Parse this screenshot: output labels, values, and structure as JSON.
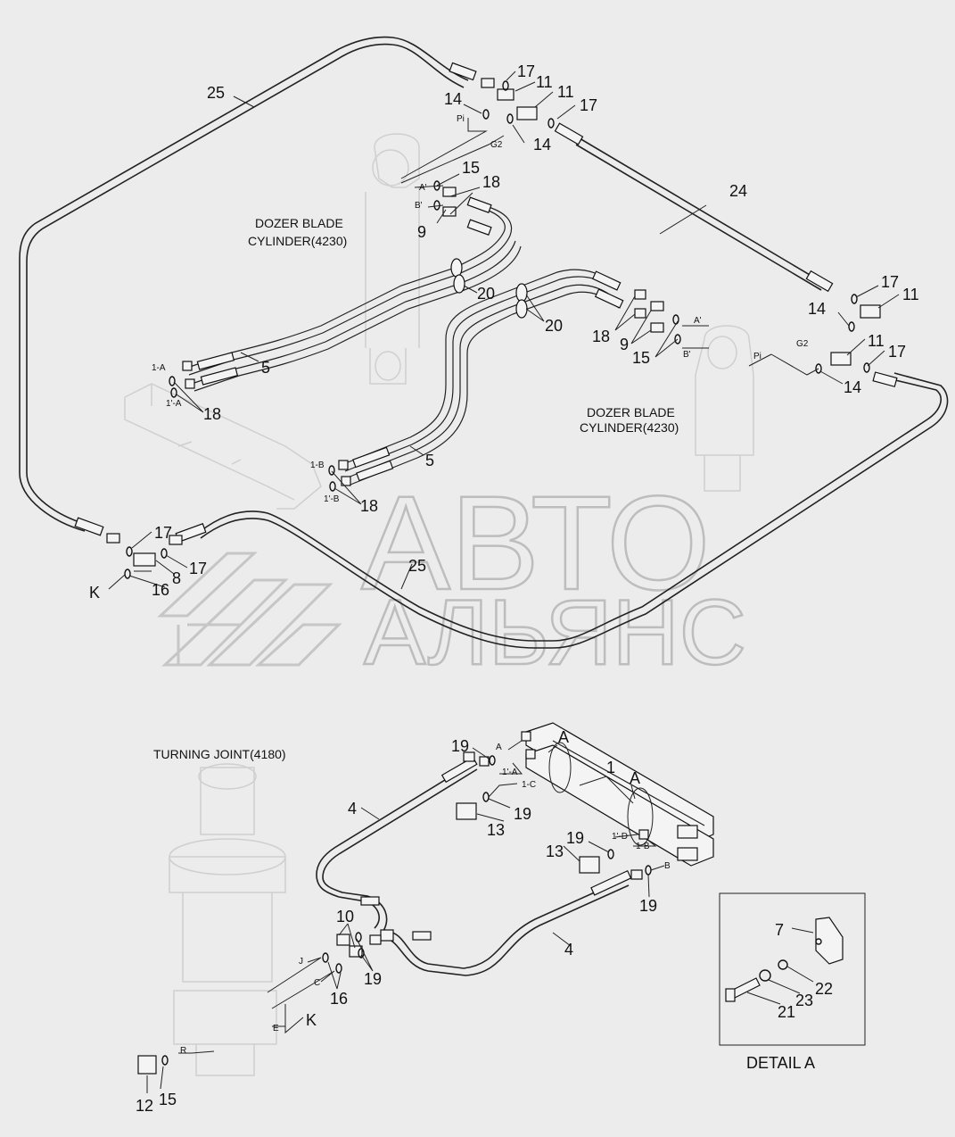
{
  "watermark": {
    "line1": "АВТО",
    "line2": "АЛЬЯНС"
  },
  "labels": {
    "dozer_cylinder_1": [
      "DOZER BLADE",
      "CYLINDER(4230)"
    ],
    "dozer_cylinder_2": [
      "DOZER BLADE",
      "CYLINDER(4230)"
    ],
    "turning_joint": "TURNING JOINT(4180)",
    "detail_a": "DETAIL A"
  },
  "part_numbers": {
    "p25a": "25",
    "p25b": "25",
    "p24": "24",
    "p17a": "17",
    "p17b": "17",
    "p17c": "17",
    "p17d": "17",
    "p17e": "17",
    "p17f": "17",
    "p11a": "11",
    "p11b": "11",
    "p11c": "11",
    "p11d": "11",
    "p14a": "14",
    "p14b": "14",
    "p14c": "14",
    "p14d": "14",
    "p15a": "15",
    "p15b": "15",
    "p15c": "15",
    "p18a": "18",
    "p18b": "18",
    "p18c": "18",
    "p18d": "18",
    "p9a": "9",
    "p9b": "9",
    "p20a": "20",
    "p20b": "20",
    "p5a": "5",
    "p5b": "5",
    "p16a": "16",
    "p16b": "16",
    "p8": "8",
    "p19a": "19",
    "p19b": "19",
    "p19c": "19",
    "p19d": "19",
    "p19e": "19",
    "p13a": "13",
    "p13b": "13",
    "p1": "1",
    "p4a": "4",
    "p4b": "4",
    "p10": "10",
    "p12": "12",
    "p7": "7",
    "p21": "21",
    "p22": "22",
    "p23": "23"
  },
  "letters": {
    "Ka": "K",
    "Kb": "K",
    "Aa": "A",
    "Ab": "A"
  },
  "port_labels": {
    "Pi_a": "Pi",
    "G2_a": "G2",
    "Apr_a": "A'",
    "Bpr_a": "B'",
    "Pi_b": "Pi",
    "G2_b": "G2",
    "Apr_b": "A'",
    "Bpr_b": "B'",
    "p1A": "1-A",
    "p1pA": "1'-A",
    "p1B": "1-B",
    "p1pB": "1'-B",
    "A": "A",
    "p1pA_2": "1'-A",
    "p1C": "1-C",
    "p1pD": "1'-D",
    "p1B_2": "1-B",
    "B": "B",
    "J": "J",
    "C": "C",
    "E": "E",
    "R": "R"
  }
}
